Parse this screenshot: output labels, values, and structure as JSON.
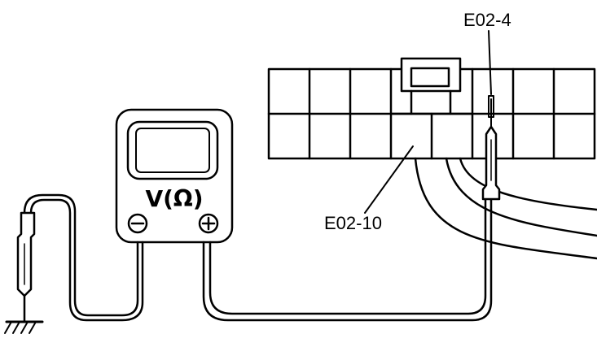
{
  "labels": {
    "pin_top": "E02-4",
    "pin_bottom": "E02-10",
    "meter_mode": "V(Ω)",
    "minus_symbol": "−",
    "plus_symbol": "+"
  },
  "icons": {
    "ground": "ground-symbol-icon",
    "minus": "minus-terminal-icon",
    "plus": "plus-terminal-icon"
  },
  "colors": {
    "line": "#000000",
    "background": "#ffffff"
  }
}
